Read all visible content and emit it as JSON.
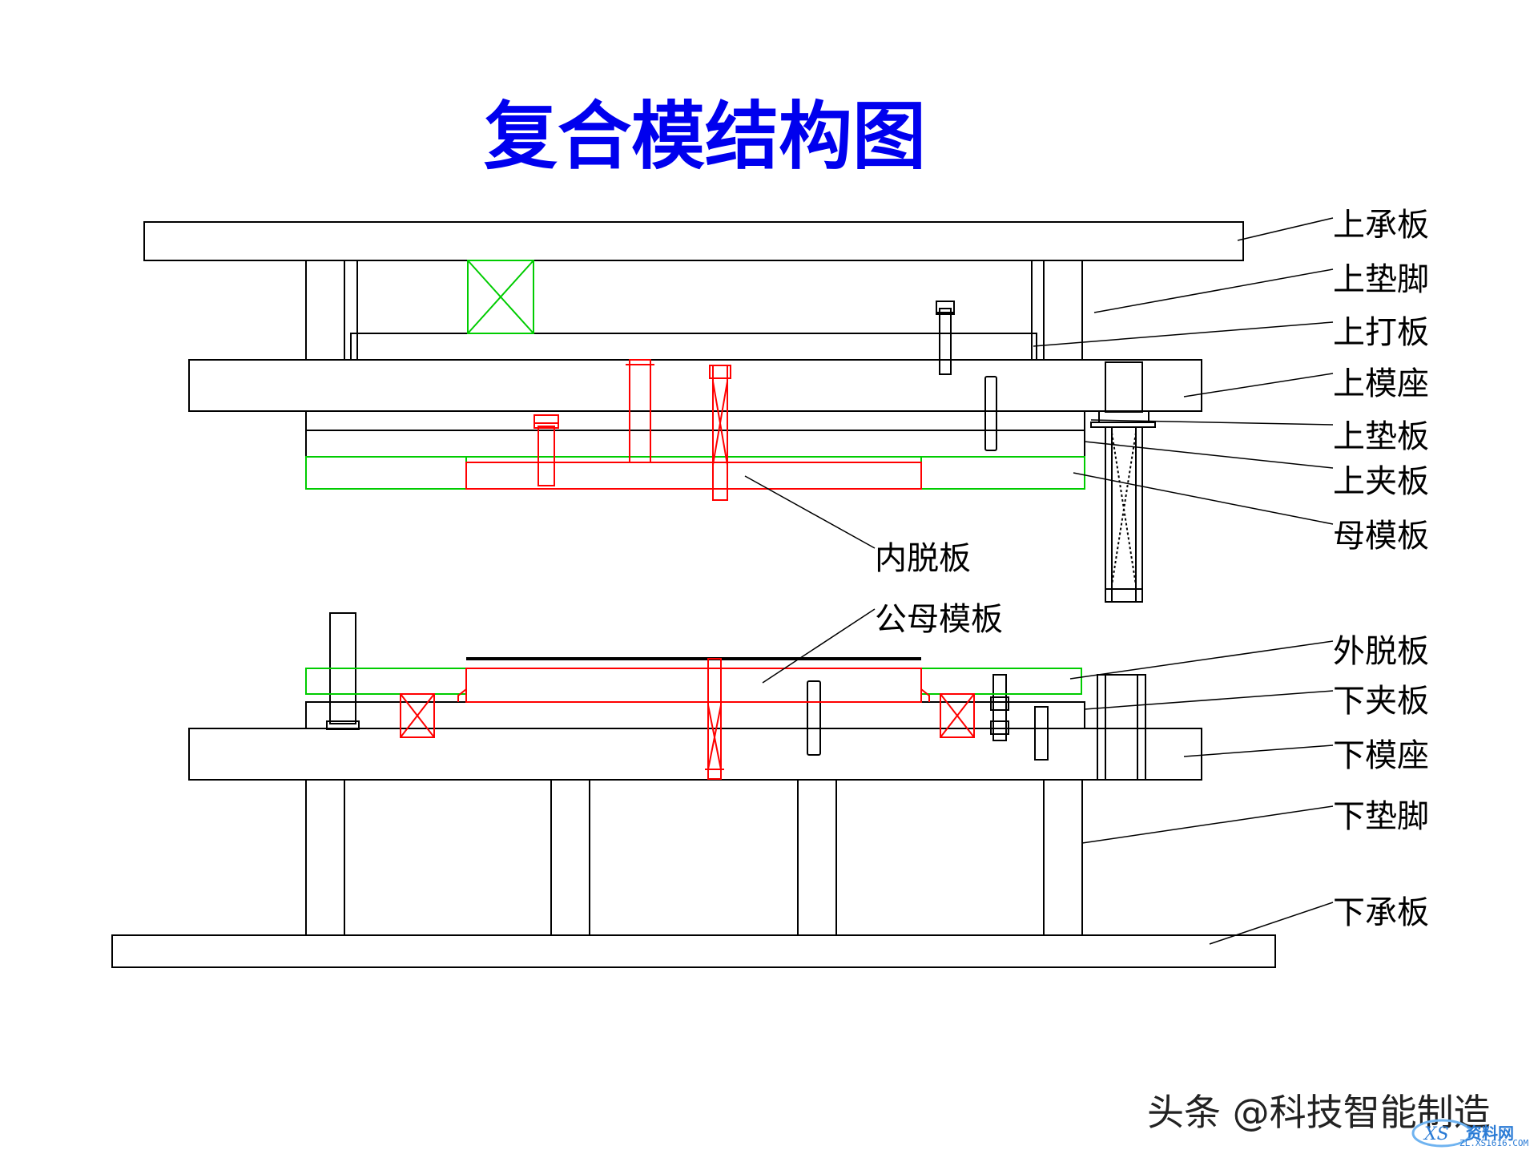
{
  "title": "复合模结构图",
  "labels": {
    "upper_clamp_plate": "上承板",
    "upper_spacer_block": "上垫脚",
    "upper_knock_plate": "上打板",
    "upper_die_set": "上模座",
    "upper_backing_plate": "上垫板",
    "upper_retainer_plate": "上夹板",
    "female_die_plate": "母模板",
    "inner_stripper": "内脱板",
    "punch_die_plate": "公母模板",
    "outer_stripper": "外脱板",
    "lower_retainer_plate": "下夹板",
    "lower_die_set": "下模座",
    "lower_spacer_block": "下垫脚",
    "lower_clamp_plate": "下承板"
  },
  "watermark": {
    "text": "头条 @科技智能制造",
    "logo_text": "资料网",
    "logo_sub": "ZL.XS1616.COM"
  },
  "colors": {
    "title": "#0000ee",
    "line": "#000000",
    "green_part": "#00cc00",
    "red_part": "#ff0000"
  }
}
